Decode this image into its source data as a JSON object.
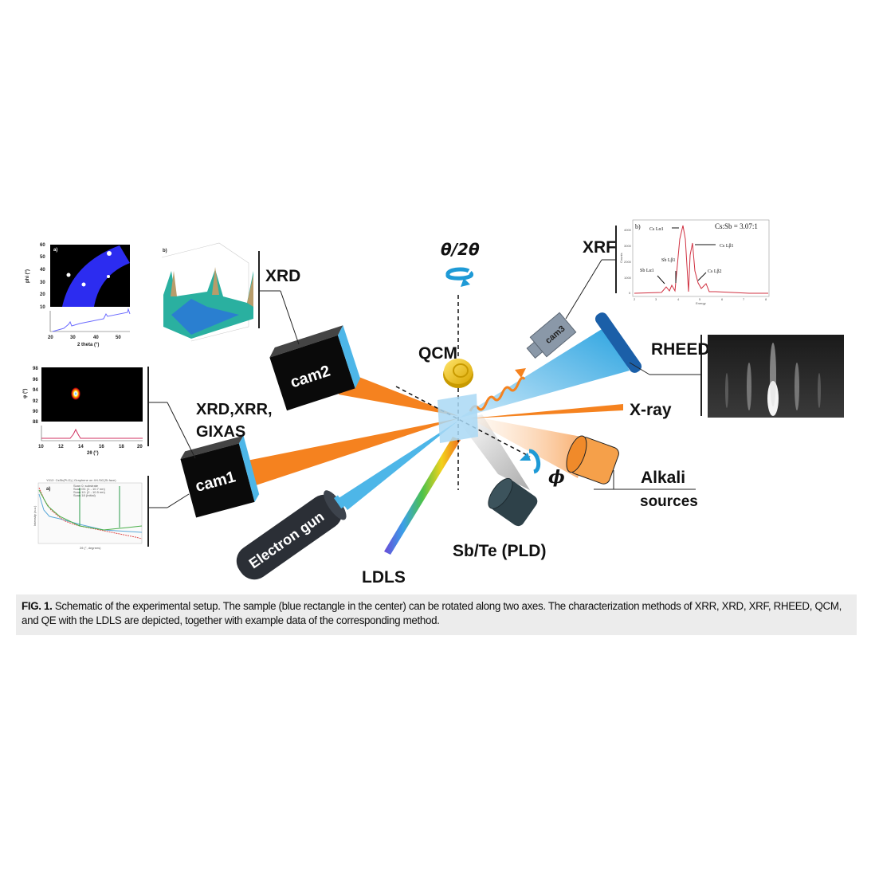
{
  "labels": {
    "xrd": "XRD",
    "xrd_xrr": "XRD,XRR,",
    "gixas": "GIXAS",
    "xrf": "XRF",
    "rheed": "RHEED",
    "xray": "X-ray",
    "alkali": "Alkali",
    "sources": "sources",
    "qcm": "QCM",
    "theta": "θ/2θ",
    "phi": "ϕ",
    "sbte": "Sb/Te (PLD)",
    "ldls": "LDLS",
    "electron_gun": "Electron gun",
    "cam1": "cam1",
    "cam2": "cam2",
    "cam3": "cam3"
  },
  "inset_a": {
    "panel": "a)",
    "ylabel": "phi (°)",
    "xlabel": "2 theta (°)",
    "yticks": [
      "60",
      "50",
      "40",
      "30",
      "20",
      "10"
    ],
    "xticks": [
      "20",
      "30",
      "40",
      "50"
    ]
  },
  "inset_b": {
    "panel": "b)"
  },
  "inset_c": {
    "ylabel": "φ (°)",
    "xlabel": "2θ (°)",
    "yticks": [
      "98",
      "96",
      "94",
      "92",
      "90",
      "88"
    ],
    "xticks": [
      "10",
      "12",
      "14",
      "16",
      "18",
      "20"
    ]
  },
  "inset_d": {
    "title": "Y012: CsSb(PLD) | Graphene on 4H-SiC(Si-face)",
    "panel": "a)",
    "legend": [
      "Scan 0: substrate",
      "Scan 05: (1 - 10.7 nm)",
      "Scan 10: (2 - 10.5 nm)",
      "Scan 18 (Initial)"
    ],
    "xlabel": "2θ (°, degrees)",
    "ylabel": "Intensity (a.u.)"
  },
  "inset_xrf": {
    "panel": "b)",
    "ratio": "Cs:Sb = 3.07:1",
    "peaks": [
      "Cs Lα1",
      "Cs Lβ1",
      "Sb Lβ1",
      "Sb Lα1",
      "Cs Lβ2"
    ],
    "ylabel": "Counts",
    "xlabel": "Energy",
    "yticks": [
      "4000",
      "3000",
      "2000",
      "1000",
      "0"
    ],
    "xticks": [
      "2",
      "3",
      "4",
      "5",
      "6",
      "7",
      "8"
    ]
  },
  "caption": {
    "label": "FIG. 1.",
    "text": " Schematic of the experimental setup. The sample (blue rectangle in the center) can be rotated along two axes. The characterization methods of XRR, XRD, XRF, RHEED, QCM, and QE with the LDLS are depicted, together with example data of the corresponding method."
  },
  "colors": {
    "orange": "#f5821f",
    "lightblue": "#4db6e8",
    "sample": "#a9d8f5",
    "dark": "#2b2f36",
    "gold": "#f2c418"
  }
}
